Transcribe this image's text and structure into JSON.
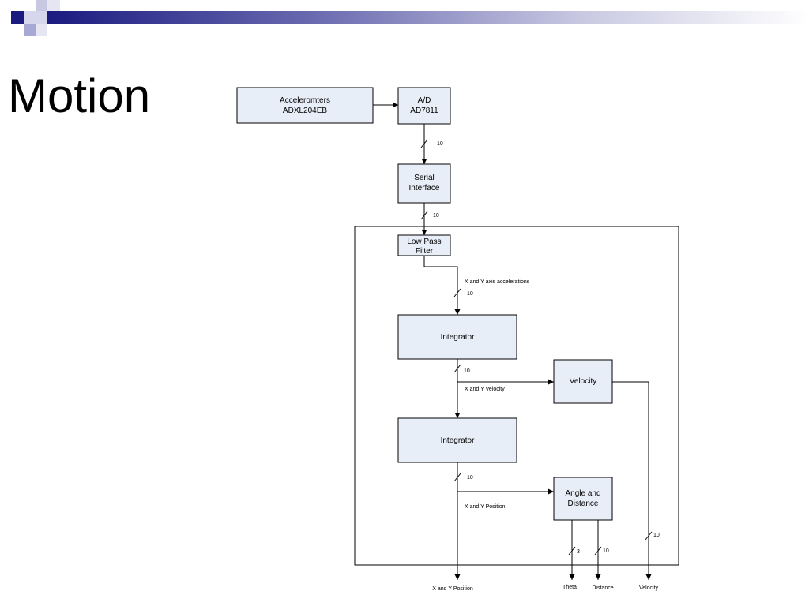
{
  "slide": {
    "title": "Motion",
    "accent_colors": [
      "#1a1a80",
      "#9a9ad0",
      "#e6e6f2"
    ]
  },
  "diagram": {
    "blocks": {
      "accel": [
        "Acceleromters",
        "ADXL204EB"
      ],
      "adc": [
        "A/D",
        "AD7811"
      ],
      "serial": [
        "Serial",
        "Interface"
      ],
      "lpf": [
        "Low Pass",
        "Filter"
      ],
      "int1": [
        "Integrator"
      ],
      "velocity": [
        "Velocity"
      ],
      "int2": [
        "Integrator"
      ],
      "angle": [
        "Angle and",
        "Distance"
      ]
    },
    "bus_widths": {
      "adc_serial": "10",
      "serial_lpf": "10",
      "lpf_int1": "10",
      "int1_out": "10",
      "int2_out": "10",
      "theta": "3",
      "distance": "10",
      "velocity_out": "10"
    },
    "signal_labels": {
      "accelerations": "X and Y axis accelerations",
      "velocity": "X and Y Velocity",
      "position": "X and Y Position"
    },
    "outputs": {
      "position": "X and Y Position",
      "theta": "Theta",
      "distance": "Distance",
      "velocity": "Velocity"
    }
  }
}
